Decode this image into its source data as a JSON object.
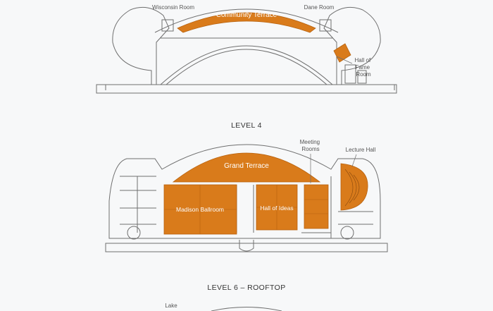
{
  "colors": {
    "background": "#f7f8f9",
    "highlight": "#d97b1b",
    "outline": "#6f6f6f",
    "label": "#555555"
  },
  "plan_top": {
    "rooms": {
      "community_terrace": "Community Terrace",
      "wisconsin_room": "Wisconsin Room",
      "dane_room": "Dane Room",
      "hall_of_fame_room": [
        "Hall of",
        "Fame",
        "Room"
      ]
    }
  },
  "levels": {
    "level4": "LEVEL 4",
    "level6": "LEVEL 6 – ROOFTOP"
  },
  "plan_middle": {
    "rooms": {
      "grand_terrace": "Grand Terrace",
      "meeting_rooms": [
        "Meeting",
        "Rooms"
      ],
      "lecture_hall": "Lecture Hall",
      "madison_ballroom": "Madison Ballroom",
      "hall_of_ideas": "Hall of Ideas"
    }
  },
  "plan_bottom": {
    "partial_labels": {
      "lake": "Lake"
    }
  }
}
